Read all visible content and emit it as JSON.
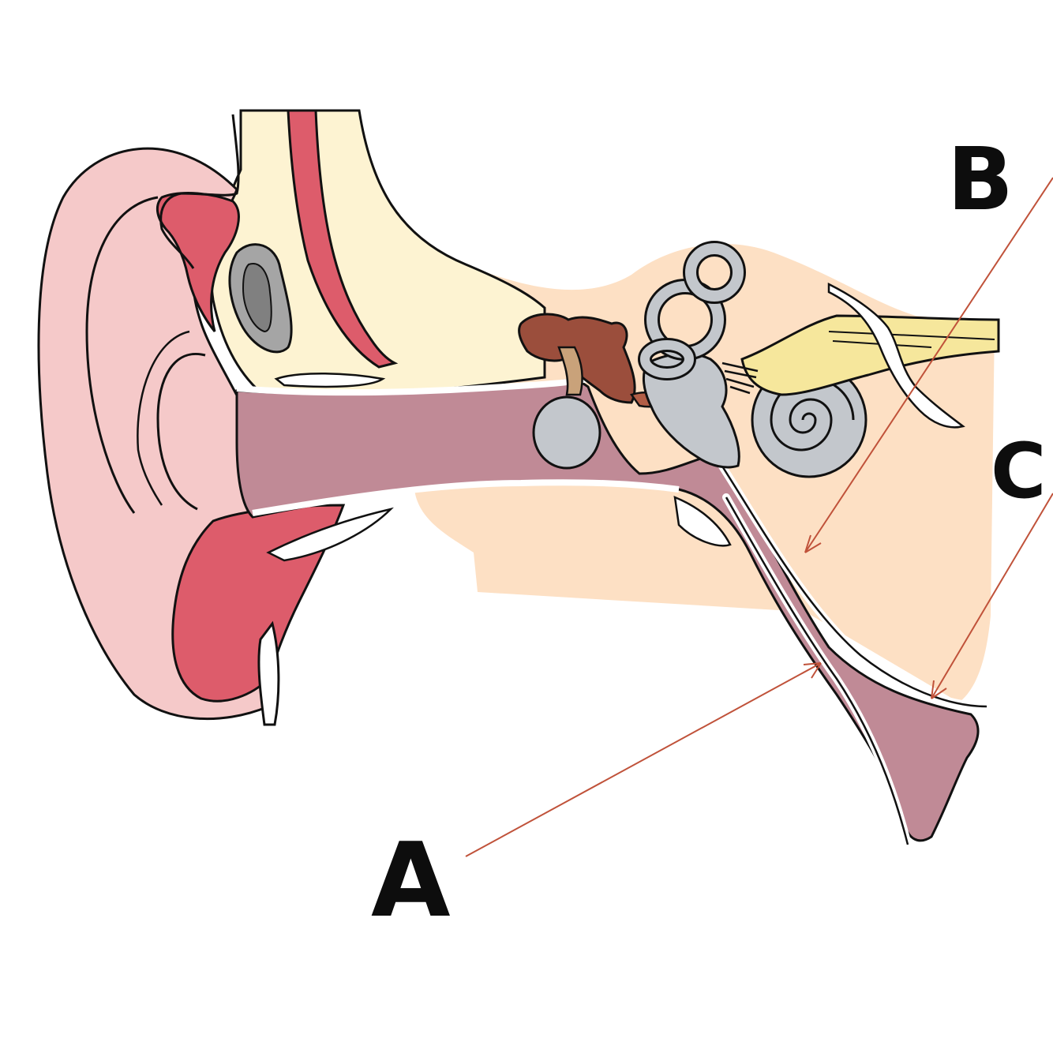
{
  "diagram": {
    "kind": "ear-anatomy-cross-section",
    "labels": [
      {
        "id": "A",
        "text": "A"
      },
      {
        "id": "B",
        "text": "B"
      },
      {
        "id": "C",
        "text": "C"
      }
    ]
  },
  "colors": {
    "background": "#ffffff",
    "outline": "#111111",
    "pinna": "#f5c9c9",
    "cartilage_red": "#dd5c6b",
    "bone_cream": "#fdf3d2",
    "tissue_peach": "#fde0c4",
    "canal_mauve": "#c08a96",
    "ossicle_brown": "#9b4e3c",
    "inner_ear_gray": "#c3c7cc",
    "bone_gray": "#a5a5a5",
    "nerve_yellow": "#f6e79c",
    "arrow_line": "#c0523a"
  },
  "icons": [
    "arrow-line-icon"
  ]
}
